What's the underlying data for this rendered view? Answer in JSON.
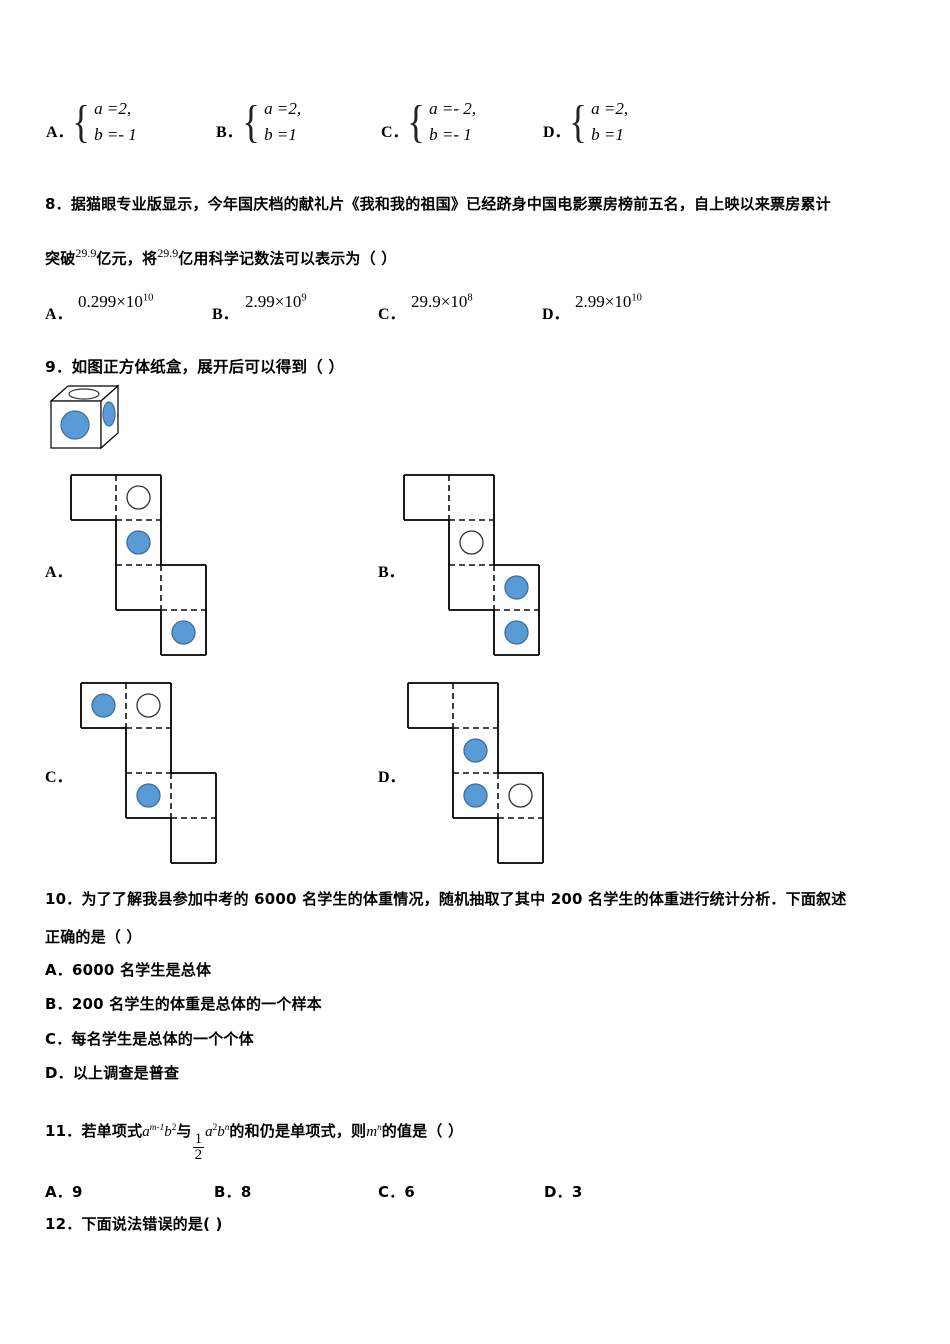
{
  "document": {
    "type": "math-exam-page",
    "language": "zh-CN"
  },
  "q7_options": {
    "items": [
      {
        "letter": "A．",
        "line1": "a =2,",
        "line2": "b =- 1"
      },
      {
        "letter": "B．",
        "line1": "a =2,",
        "line2": "b =1"
      },
      {
        "letter": "C．",
        "line1": "a =- 2,",
        "line2": "b =- 1"
      },
      {
        "letter": "D．",
        "line1": "a =2,",
        "line2": "b =1"
      }
    ]
  },
  "q8": {
    "stem_line1": "8．据猫眼专业版显示，今年国庆档的献礼片《我和我的祖国》已经跻身中国电影票房榜前五名，自上映以来票房累计",
    "stem_line2_pre": "突破",
    "stem_value1": "29.9",
    "stem_line2_mid": "亿元，将",
    "stem_value2": "29.9",
    "stem_line2_post": "亿用科学记数法可以表示为（  ）",
    "options": [
      {
        "letter": "A．",
        "mantissa": "0.299",
        "times": "×",
        "base": "10",
        "exponent": "10"
      },
      {
        "letter": "B．",
        "mantissa": "2.99",
        "times": "×",
        "base": "10",
        "exponent": "9"
      },
      {
        "letter": "C．",
        "mantissa": "29.9",
        "times": "×",
        "base": "10",
        "exponent": "8"
      },
      {
        "letter": "D．",
        "mantissa": "2.99",
        "times": "×",
        "base": "10",
        "exponent": "10"
      }
    ]
  },
  "q9": {
    "stem": "9．如图正方体纸盒，展开后可以得到（     ）",
    "cube": {
      "top_marker": "white-ellipse",
      "front_marker": "blue-circle",
      "right_marker": "blue-ellipse"
    },
    "options": [
      {
        "letter": "A．",
        "cells": [
          {
            "col": 0,
            "row": 0,
            "marker": "none"
          },
          {
            "col": 1,
            "row": 0,
            "marker": "white-circle"
          },
          {
            "col": 1,
            "row": 1,
            "marker": "blue-circle"
          },
          {
            "col": 1,
            "row": 2,
            "marker": "none"
          },
          {
            "col": 2,
            "row": 2,
            "marker": "none"
          },
          {
            "col": 2,
            "row": 3,
            "marker": "blue-circle"
          }
        ]
      },
      {
        "letter": "B．",
        "cells": [
          {
            "col": 0,
            "row": 0,
            "marker": "none"
          },
          {
            "col": 1,
            "row": 0,
            "marker": "none"
          },
          {
            "col": 1,
            "row": 1,
            "marker": "white-circle"
          },
          {
            "col": 1,
            "row": 2,
            "marker": "none"
          },
          {
            "col": 2,
            "row": 2,
            "marker": "blue-circle"
          },
          {
            "col": 2,
            "row": 3,
            "marker": "blue-circle"
          }
        ]
      },
      {
        "letter": "C．",
        "cells": [
          {
            "col": 0,
            "row": 0,
            "marker": "blue-circle"
          },
          {
            "col": 1,
            "row": 0,
            "marker": "white-circle"
          },
          {
            "col": 1,
            "row": 1,
            "marker": "none"
          },
          {
            "col": 1,
            "row": 2,
            "marker": "blue-circle"
          },
          {
            "col": 2,
            "row": 2,
            "marker": "none"
          },
          {
            "col": 2,
            "row": 3,
            "marker": "none"
          }
        ]
      },
      {
        "letter": "D．",
        "cells": [
          {
            "col": 0,
            "row": 0,
            "marker": "none"
          },
          {
            "col": 1,
            "row": 0,
            "marker": "none"
          },
          {
            "col": 1,
            "row": 1,
            "marker": "blue-circle"
          },
          {
            "col": 1,
            "row": 2,
            "marker": "blue-circle"
          },
          {
            "col": 2,
            "row": 2,
            "marker": "white-circle"
          },
          {
            "col": 2,
            "row": 3,
            "marker": "none"
          }
        ]
      }
    ]
  },
  "q10": {
    "stem_line1": "10．为了了解我县参加中考的 6000 名学生的体重情况，随机抽取了其中 200 名学生的体重进行统计分析．下面叙述",
    "stem_line2": "正确的是（     ）",
    "options": [
      "A．6000 名学生是总体",
      "B．200 名学生的体重是总体的一个样本",
      "C．每名学生是总体的一个个体",
      "D．以上调查是普查"
    ]
  },
  "q11": {
    "stem_pre": "11．若单项式",
    "mono1_base1": "a",
    "mono1_exp1": "m-1",
    "mono1_base2": "b",
    "mono1_exp2": "2",
    "stem_mid": "与",
    "frac_num": "1",
    "frac_den": "2",
    "mono2_base1": "a",
    "mono2_exp1": "2",
    "mono2_base2": "b",
    "mono2_exp2": "n",
    "stem_post": "的和仍是单项式，则",
    "target_base": "m",
    "target_exp": "n",
    "stem_end": "的值是（    ）",
    "options": [
      {
        "letter": "A．",
        "value": "9"
      },
      {
        "letter": "B．",
        "value": "8"
      },
      {
        "letter": "C．",
        "value": "6"
      },
      {
        "letter": "D．",
        "value": "3"
      }
    ]
  },
  "q12": {
    "stem": "12．下面说法错误的是(   )"
  },
  "colors": {
    "marker_blue_fill": "#5B9BD5",
    "marker_blue_stroke": "#3A6F9F",
    "marker_white_fill": "#FFFFFF",
    "marker_white_stroke": "#333333",
    "line_solid": "#000000",
    "line_dashed": "#000000",
    "text": "#000000"
  }
}
